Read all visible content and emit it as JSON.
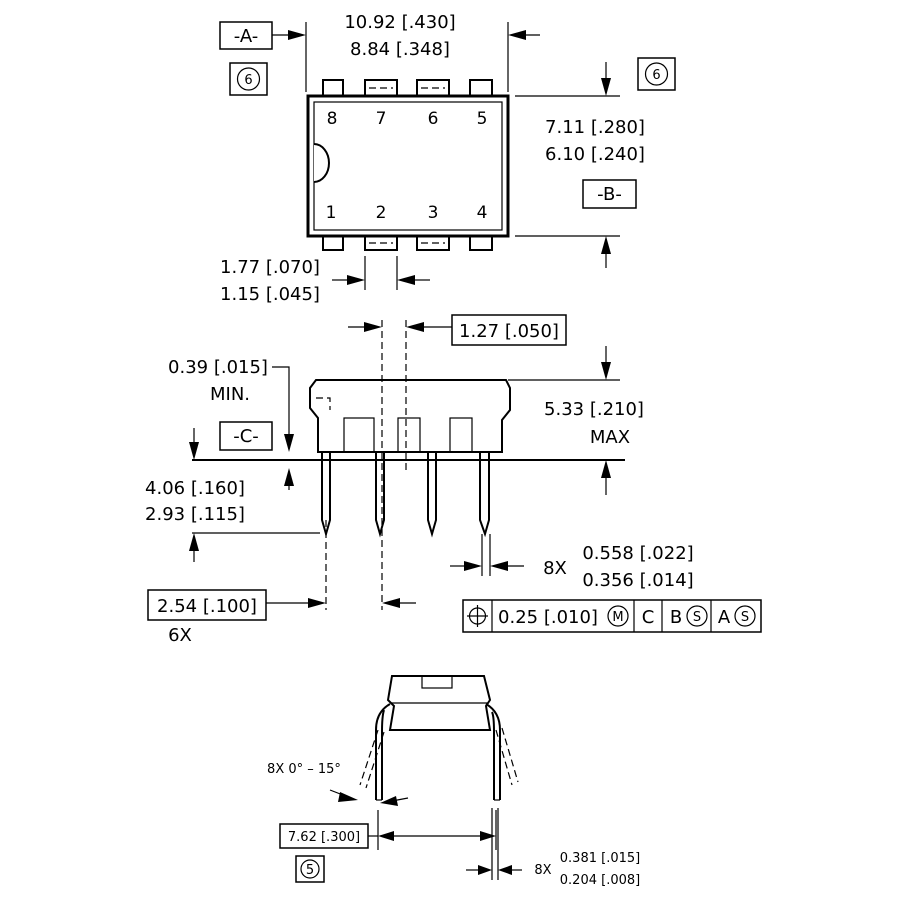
{
  "top_view": {
    "datum_a": "-A-",
    "datum_b": "-B-",
    "note_left": "6",
    "note_right": "6",
    "length_max": "10.92 [.430]",
    "length_min": "8.84 [.348]",
    "width_max": "7.11 [.280]",
    "width_min": "6.10 [.240]",
    "pin_pad_max": "1.77 [.070]",
    "pin_pad_min": "1.15 [.045]",
    "pins_top": [
      "8",
      "7",
      "6",
      "5"
    ],
    "pins_bottom": [
      "1",
      "2",
      "3",
      "4"
    ]
  },
  "side_view": {
    "pitch_box": "1.27 [.050]",
    "standoff_value": "0.39 [.015]",
    "standoff_label": "MIN.",
    "datum_c": "-C-",
    "height_value": "5.33 [.210]",
    "height_label": "MAX",
    "lead_len_max": "4.06 [.160]",
    "lead_len_min": "2.93 [.115]",
    "lead_width_count": "8X",
    "lead_width_max": "0.558 [.022]",
    "lead_width_min": "0.356 [.014]",
    "spacing_box": "2.54 [.100]",
    "spacing_count": "6X"
  },
  "tolerance_frame": {
    "value": "0.25 [.010]",
    "modifier_m": "M",
    "datum_c": "C",
    "datum_b": "B",
    "modifier_s1": "S",
    "datum_a": "A",
    "modifier_s2": "S"
  },
  "end_view": {
    "angle_label": "8X 0° – 15°",
    "row_spacing_box": "7.62 [.300]",
    "note_num": "5",
    "lead_thk_count": "8X",
    "lead_thk_max": "0.381 [.015]",
    "lead_thk_min": "0.204 [.008]"
  }
}
